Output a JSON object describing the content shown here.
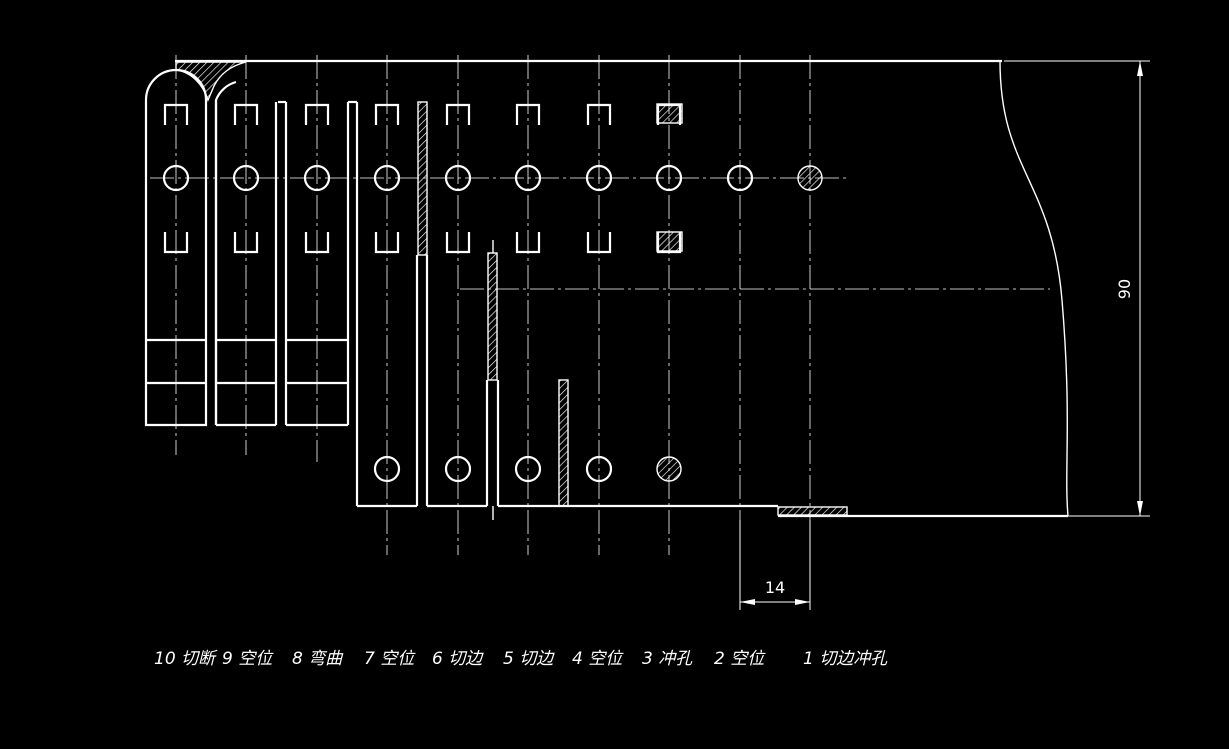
{
  "colors": {
    "background": "#000000",
    "lines": "#ffffff"
  },
  "dimensions": {
    "height_dim": "90",
    "pitch_dim": "14"
  },
  "stations": [
    {
      "label": "10 切断"
    },
    {
      "label": "9 空位"
    },
    {
      "label": "8 弯曲"
    },
    {
      "label": "7 空位"
    },
    {
      "label": "6 切边"
    },
    {
      "label": "5 切边"
    },
    {
      "label": "4 空位"
    },
    {
      "label": "3 冲孔"
    },
    {
      "label": "2 空位"
    },
    {
      "label": "1 切边冲孔"
    }
  ]
}
